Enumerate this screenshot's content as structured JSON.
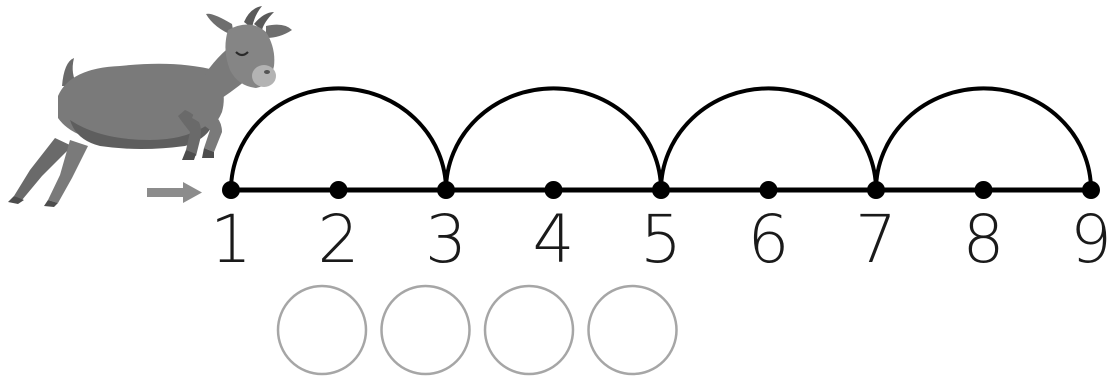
{
  "number_line": {
    "labels": [
      "1",
      "2",
      "3",
      "4",
      "5",
      "6",
      "7",
      "8",
      "9"
    ],
    "jump_size": 2,
    "jumps": [
      {
        "from": "1",
        "to": "3"
      },
      {
        "from": "3",
        "to": "5"
      },
      {
        "from": "5",
        "to": "7"
      },
      {
        "from": "7",
        "to": "9"
      }
    ],
    "start_marker": "arrow-right-icon"
  },
  "answer_circles": {
    "count": 4,
    "values": [
      "",
      "",
      "",
      ""
    ]
  },
  "character": {
    "icon": "goat-icon"
  },
  "colors": {
    "line": "#000000",
    "numbers": "#1a1a1a",
    "arrow": "#8c8c8c",
    "circles": "#a6a6a6",
    "goat_body": "#7a7a7a",
    "goat_shadow": "#5e5e5e",
    "goat_muzzle": "#b3b3b3"
  }
}
